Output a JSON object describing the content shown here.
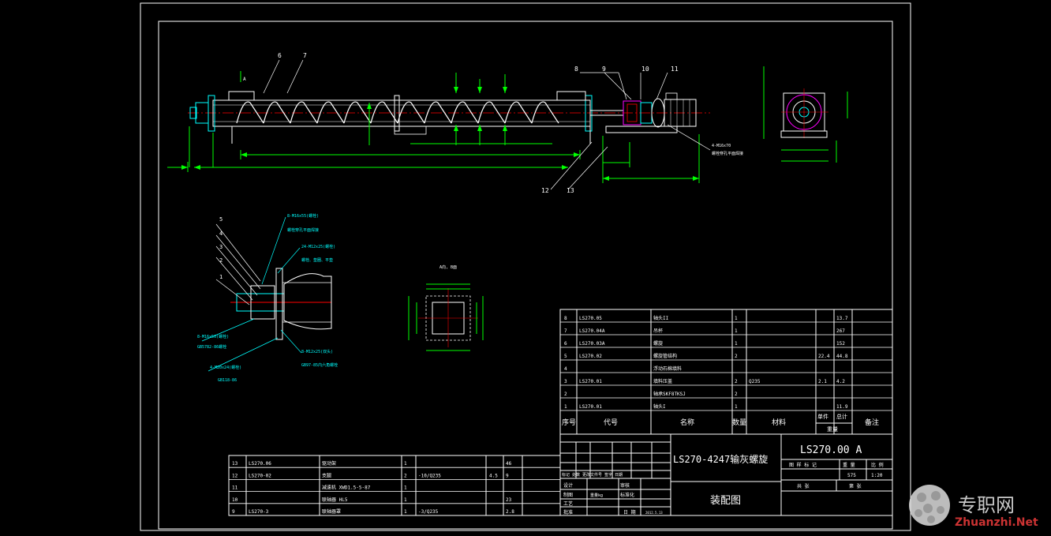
{
  "main_callouts": [
    "6",
    "7",
    "8",
    "9",
    "10",
    "11",
    "12",
    "13"
  ],
  "section_mark": "A",
  "bolt_note_1": "4-M16x70",
  "bolt_note_2": "螺栓穿孔平面焊接",
  "detail_callouts": [
    "5",
    "4",
    "3",
    "2",
    "1"
  ],
  "detail_notes": {
    "n1": "8-M16x55(螺栓)",
    "n2": "螺栓穿孔平面焊接",
    "n3": "24-M12x25(螺栓)",
    "n4": "螺栓、垫圈、平垫",
    "n5": "8-M16x50(螺栓)",
    "n6": "GB5782-86螺栓",
    "n7": "4-M20x24(螺栓)",
    "n8": "GB118-86",
    "n9": "8-M12x25(双头)",
    "n10": "GB97-85内六角螺栓"
  },
  "view_label": "A向, B面",
  "bom_upper": [
    {
      "no": "8",
      "code": "LS270.05",
      "name": "轴头II",
      "qty": "1",
      "mat": "",
      "unit": "",
      "total": "13.7"
    },
    {
      "no": "7",
      "code": "LS270.04A",
      "name": "吊杯",
      "qty": "1",
      "mat": "",
      "unit": "",
      "total": "267"
    },
    {
      "no": "6",
      "code": "LS270.03A",
      "name": "螺旋",
      "qty": "1",
      "mat": "",
      "unit": "",
      "total": "152"
    },
    {
      "no": "5",
      "code": "LS270.02",
      "name": "螺旋管结构",
      "qty": "2",
      "mat": "",
      "unit": "22.4",
      "total": "44.8"
    },
    {
      "no": "4",
      "code": "",
      "name": "浮动石棉填料",
      "qty": "",
      "mat": "",
      "unit": "",
      "total": ""
    },
    {
      "no": "3",
      "code": "LS270.01",
      "name": "填料压盖",
      "qty": "2",
      "mat": "Q235",
      "unit": "2.1",
      "total": "4.2"
    },
    {
      "no": "2",
      "code": "",
      "name": "轴承SKF8TKSJ",
      "qty": "2",
      "mat": "",
      "unit": "",
      "total": ""
    },
    {
      "no": "1",
      "code": "LS270.01",
      "name": "轴头I",
      "qty": "1",
      "mat": "",
      "unit": "",
      "total": "11.9"
    }
  ],
  "bom_header": {
    "no": "序号",
    "code": "代号",
    "name": "名称",
    "qty": "数量",
    "mat": "材料",
    "unit": "单件",
    "total": "总计",
    "weight": "重量",
    "note": "备注"
  },
  "bom_lower": [
    {
      "no": "13",
      "code": "LS270.06",
      "name": "驱动架",
      "qty": "1",
      "mat": "",
      "unit": "",
      "total": "46"
    },
    {
      "no": "12",
      "code": "LS270-02",
      "name": "支腿",
      "qty": "2",
      "mat": "-10/Q235",
      "unit": "4.5",
      "total": "9"
    },
    {
      "no": "11",
      "code": "",
      "name": "减速机 XWD1.5-5-87",
      "qty": "1",
      "mat": "",
      "unit": "",
      "total": ""
    },
    {
      "no": "10",
      "code": "",
      "name": "联轴器 HL5",
      "qty": "1",
      "mat": "",
      "unit": "",
      "total": "23"
    },
    {
      "no": "9",
      "code": "LS270-3",
      "name": "联轴器罩",
      "qty": "1",
      "mat": "-3/Q235",
      "unit": "",
      "total": "2.8"
    }
  ],
  "title_block": {
    "title": "LS270-4247输灰螺旋",
    "drawing_no": "LS270.00 A",
    "subtitle": "装配图",
    "stage_label": "图 样 标 记",
    "weight_label": "重 量",
    "scale_label": "比 例",
    "weight": "575",
    "scale": "1:20",
    "sheets_total": "共  张",
    "sheet_no": "第  张",
    "rev_labels": "标记 处数 更改文件号 签字 日期",
    "design": "设计",
    "check": "审核",
    "draw": "制图",
    "std": "标准化",
    "process": "工艺",
    "approve": "批准",
    "date_label": "日 期",
    "date": "2012.5.13",
    "mass_note": "重量kg"
  },
  "watermark": {
    "cn": "专职网",
    "en": "Zhuanzhi.Net"
  }
}
